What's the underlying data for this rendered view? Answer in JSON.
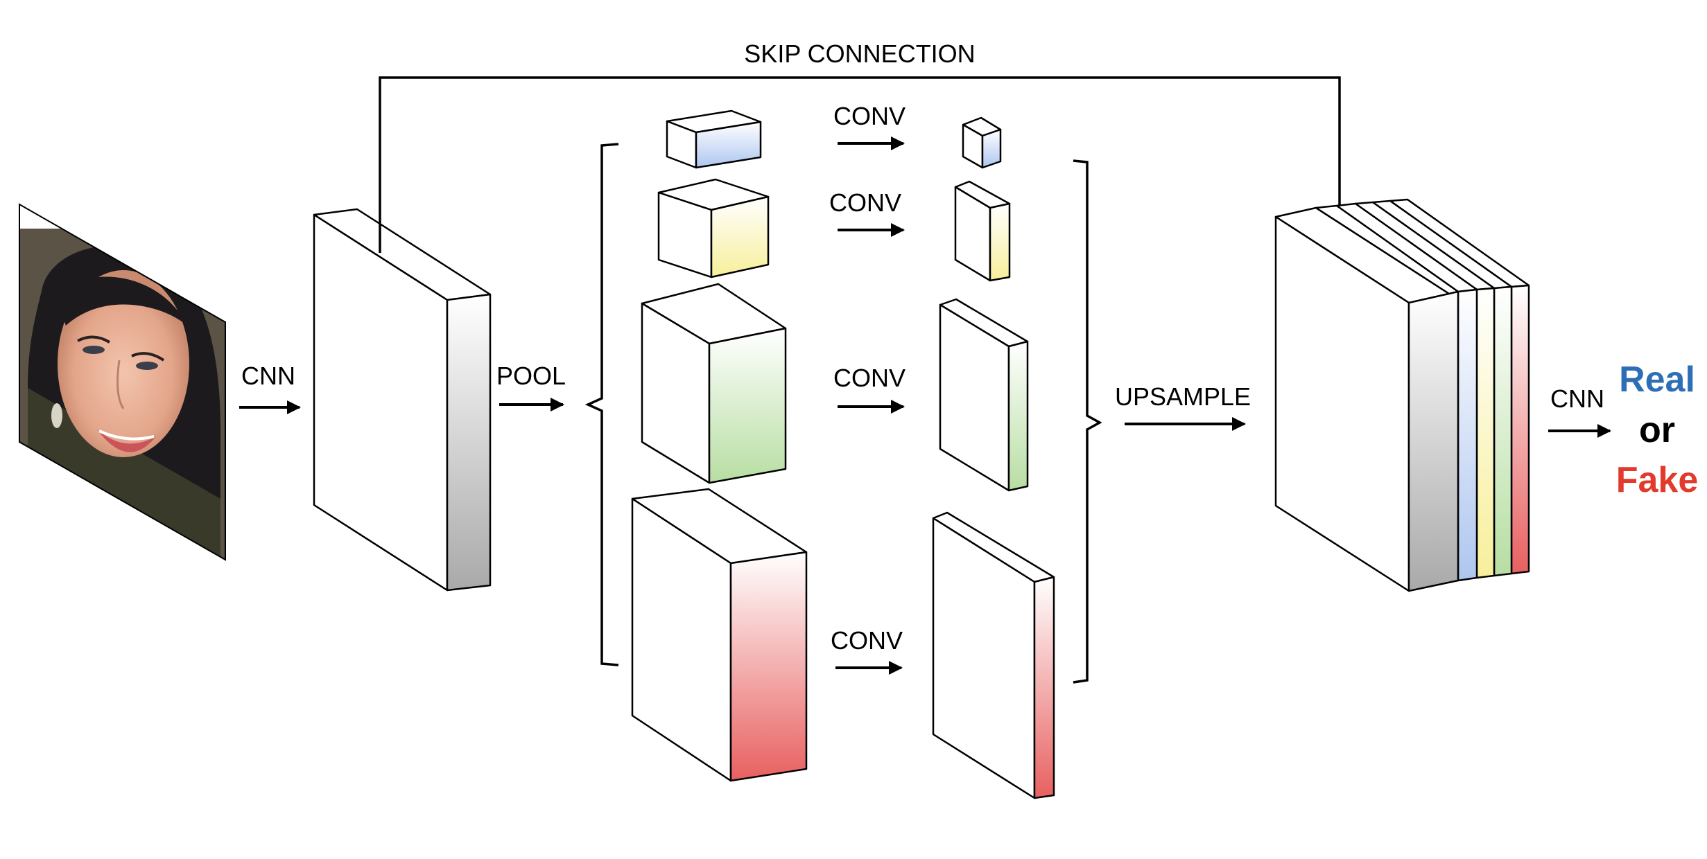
{
  "labels": {
    "skip": "SKIP CONNECTION",
    "cnn_in": "CNN",
    "pool": "POOL",
    "conv": [
      "CONV",
      "CONV",
      "CONV",
      "CONV"
    ],
    "upsample": "UPSAMPLE",
    "cnn_out": "CNN"
  },
  "result": {
    "real": "Real",
    "or": "or",
    "fake": "Fake"
  },
  "colors": {
    "real": "#2e6eb5",
    "fake": "#e23a2c",
    "blue": "#aec6f0",
    "yellow": "#f7ef9a",
    "green": "#b7dea2",
    "red": "#e86060",
    "gray": "#a9a9a9"
  },
  "icons": [
    "face-image",
    "arrow-right"
  ]
}
